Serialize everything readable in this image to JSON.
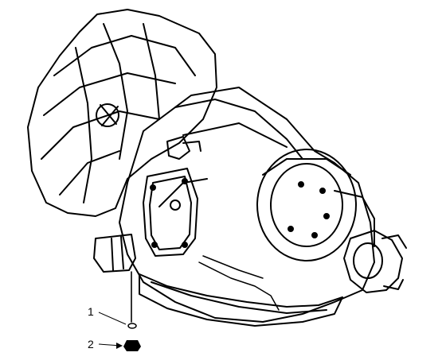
{
  "callouts": [
    {
      "id": "1",
      "label": "1",
      "part": "washer"
    },
    {
      "id": "2",
      "label": "2",
      "part": "nut"
    }
  ],
  "colors": {
    "line": "#000000",
    "background": "#ffffff"
  },
  "icons": [
    "transmission-assembly-icon",
    "washer-icon",
    "nut-icon"
  ]
}
